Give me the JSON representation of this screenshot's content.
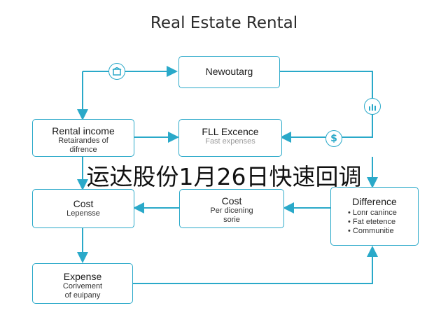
{
  "title": "Real Estate Rental",
  "overlay_text": "运达股份1月26日快速回调",
  "colors": {
    "accent": "#2aa9c9",
    "text": "#1a1a1a"
  },
  "nodes": {
    "newoutarg": {
      "heading": "Newoutarg"
    },
    "rental_income": {
      "heading": "Rental income",
      "sub1": "Retairandes of",
      "sub2": "difrence"
    },
    "fll_excence": {
      "heading": "FLL Excence",
      "sub1": "Fast expenses"
    },
    "cost_left": {
      "heading": "Cost",
      "sub1": "Lepensse"
    },
    "cost_mid": {
      "heading": "Cost",
      "sub1": "Per dicening",
      "sub2": "sorie"
    },
    "difference": {
      "heading": "Difference",
      "items": [
        "• Lonr canince",
        "• Fat etetence",
        "• Communitie"
      ]
    },
    "expense": {
      "heading": "Expense",
      "sub1": "Corivement",
      "sub2": "of euipany"
    }
  },
  "icons": [
    "house-icon",
    "bar-chart-icon",
    "dollar-icon"
  ]
}
